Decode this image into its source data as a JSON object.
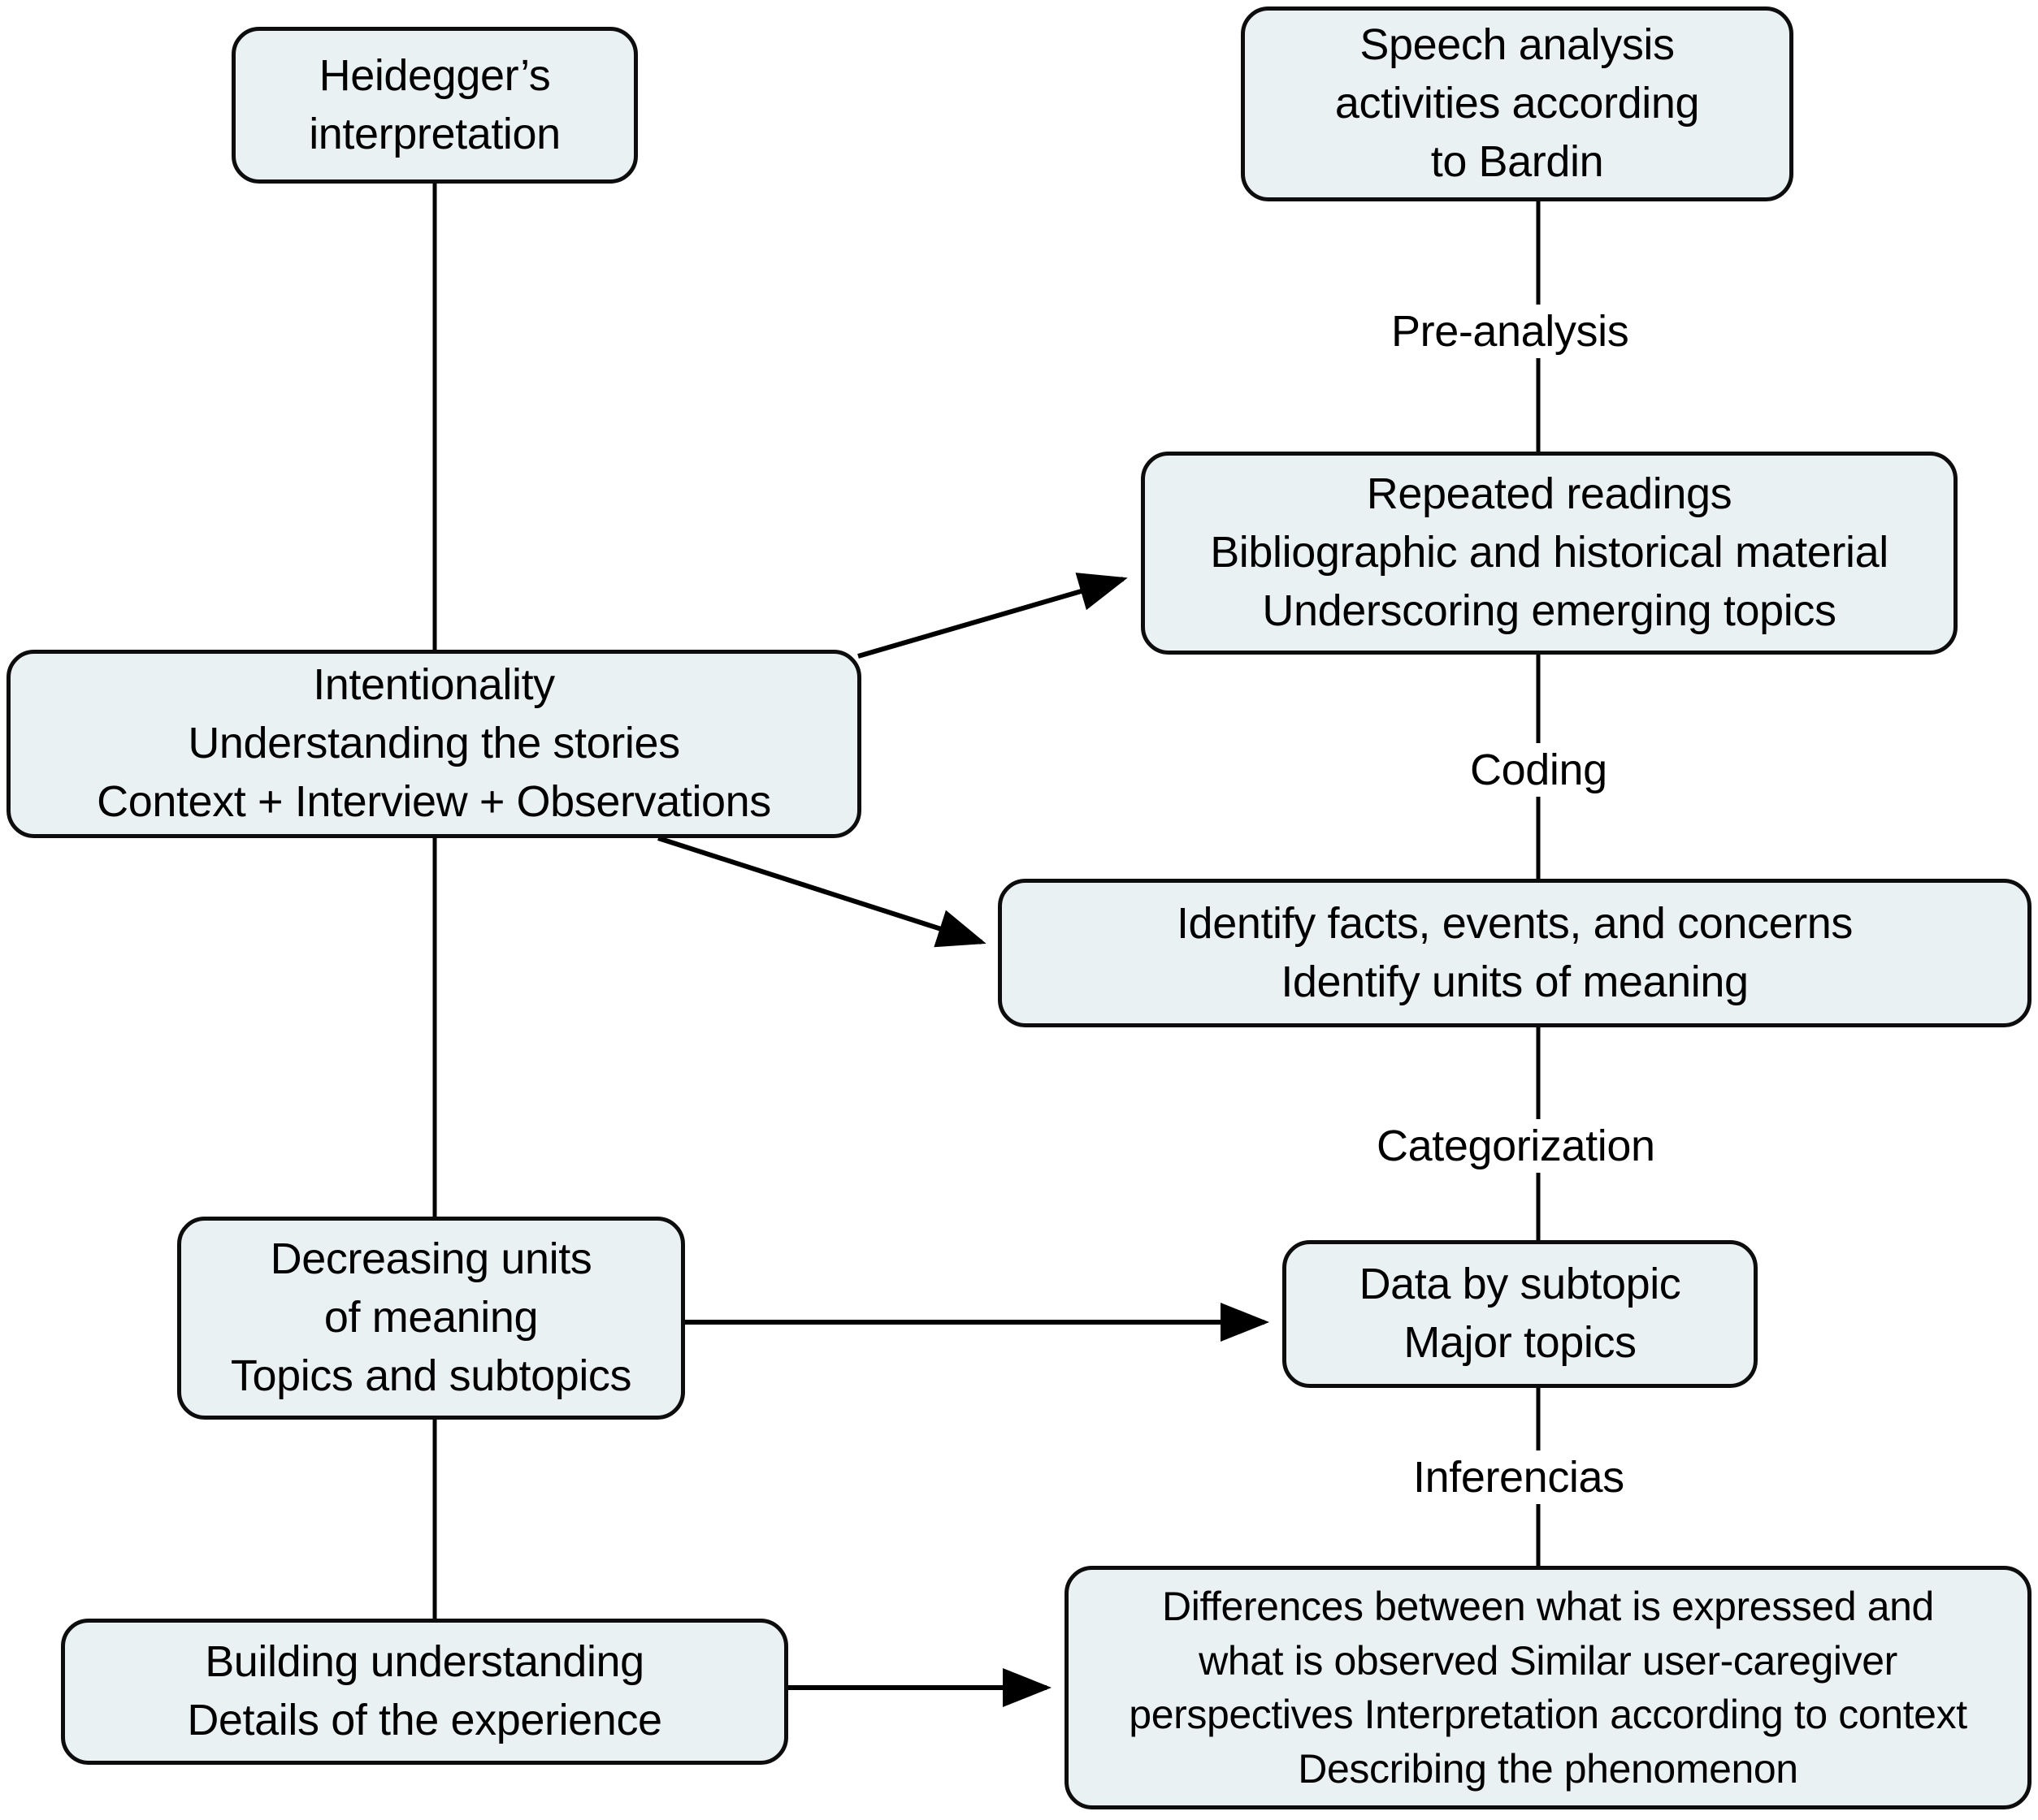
{
  "diagram": {
    "title": "Speech analysis and phenomenological interpretation flowchart",
    "colors": {
      "node_fill": "#eaf1f3",
      "node_stroke": "#0d0d0d",
      "edge_stroke": "#000000",
      "background": "#ffffff",
      "text": "#000000"
    },
    "nodes": [
      {
        "id": "heidegger",
        "lines": [
          "Heidegger’s",
          "interpretation"
        ]
      },
      {
        "id": "speech-analysis",
        "lines": [
          "Speech analysis",
          "activities according",
          "to Bardin"
        ]
      },
      {
        "id": "repeated-readings",
        "lines": [
          "Repeated readings",
          "Bibliographic and historical material",
          "Underscoring emerging topics"
        ]
      },
      {
        "id": "intentionality",
        "lines": [
          "Intentionality",
          "Understanding the stories",
          "Context + Interview + Observations"
        ]
      },
      {
        "id": "identify-facts",
        "lines": [
          "Identify facts, events, and concerns",
          "Identify units of meaning"
        ]
      },
      {
        "id": "decreasing-units",
        "lines": [
          "Decreasing units",
          "of meaning",
          "Topics and subtopics"
        ]
      },
      {
        "id": "data-by-subtopic",
        "lines": [
          "Data by subtopic",
          "Major topics"
        ]
      },
      {
        "id": "building-understanding",
        "lines": [
          "Building understanding",
          "Details of the experience"
        ]
      },
      {
        "id": "differences",
        "lines": [
          "Differences between what is expressed and",
          "what is observed Similar user-caregiver",
          "perspectives  Interpretation according to context",
          "Describing the phenomenon"
        ]
      }
    ],
    "edge_labels": [
      {
        "id": "pre-analysis",
        "text": "Pre-analysis"
      },
      {
        "id": "coding",
        "text": "Coding"
      },
      {
        "id": "categorization",
        "text": "Categorization"
      },
      {
        "id": "inferencias",
        "text": "Inferencias"
      }
    ]
  }
}
